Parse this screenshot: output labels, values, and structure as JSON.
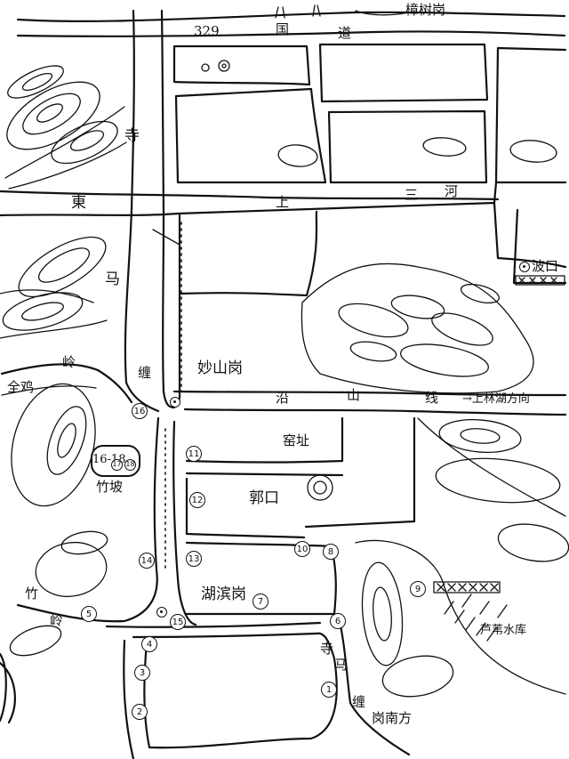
{
  "map": {
    "labels": {
      "road_329": "329",
      "guo": "国",
      "dao": "道",
      "zhangshugang": "樟树岗",
      "si_top": "寺",
      "dong": "東",
      "ma_left": "马",
      "shang": "上",
      "san": "三",
      "he": "河",
      "bokou": "波口",
      "ling_left": "岭",
      "jinji": "全鸡",
      "chan": "缠",
      "miaoshangang": "妙山岗",
      "yan": "沿",
      "shan": "山",
      "xian": "线",
      "to_shanghe": "→上林湖方向",
      "yaoji": "窑址",
      "gaokou": "郭口",
      "zhuxiao": "竹坡",
      "lingwest": "岭",
      "zhu_left": "竹",
      "hushangang": "湖滨岗",
      "si_bottom": "寺",
      "ma_bottom": "马",
      "chan_bottom": "缠",
      "gangnan": "岗南方",
      "marsh": "芦苇水库"
    },
    "sites": {
      "s1": "1",
      "s2": "2",
      "s3": "3",
      "s4": "4",
      "s5": "5",
      "s6": "6",
      "s7": "7",
      "s8": "8",
      "s9": "9",
      "s10": "10",
      "s11": "11",
      "s12": "12",
      "s13": "13",
      "s14": "14",
      "s15": "15",
      "s16": "16",
      "s16_18": "16-18",
      "s17": "17",
      "s18": "18"
    }
  }
}
